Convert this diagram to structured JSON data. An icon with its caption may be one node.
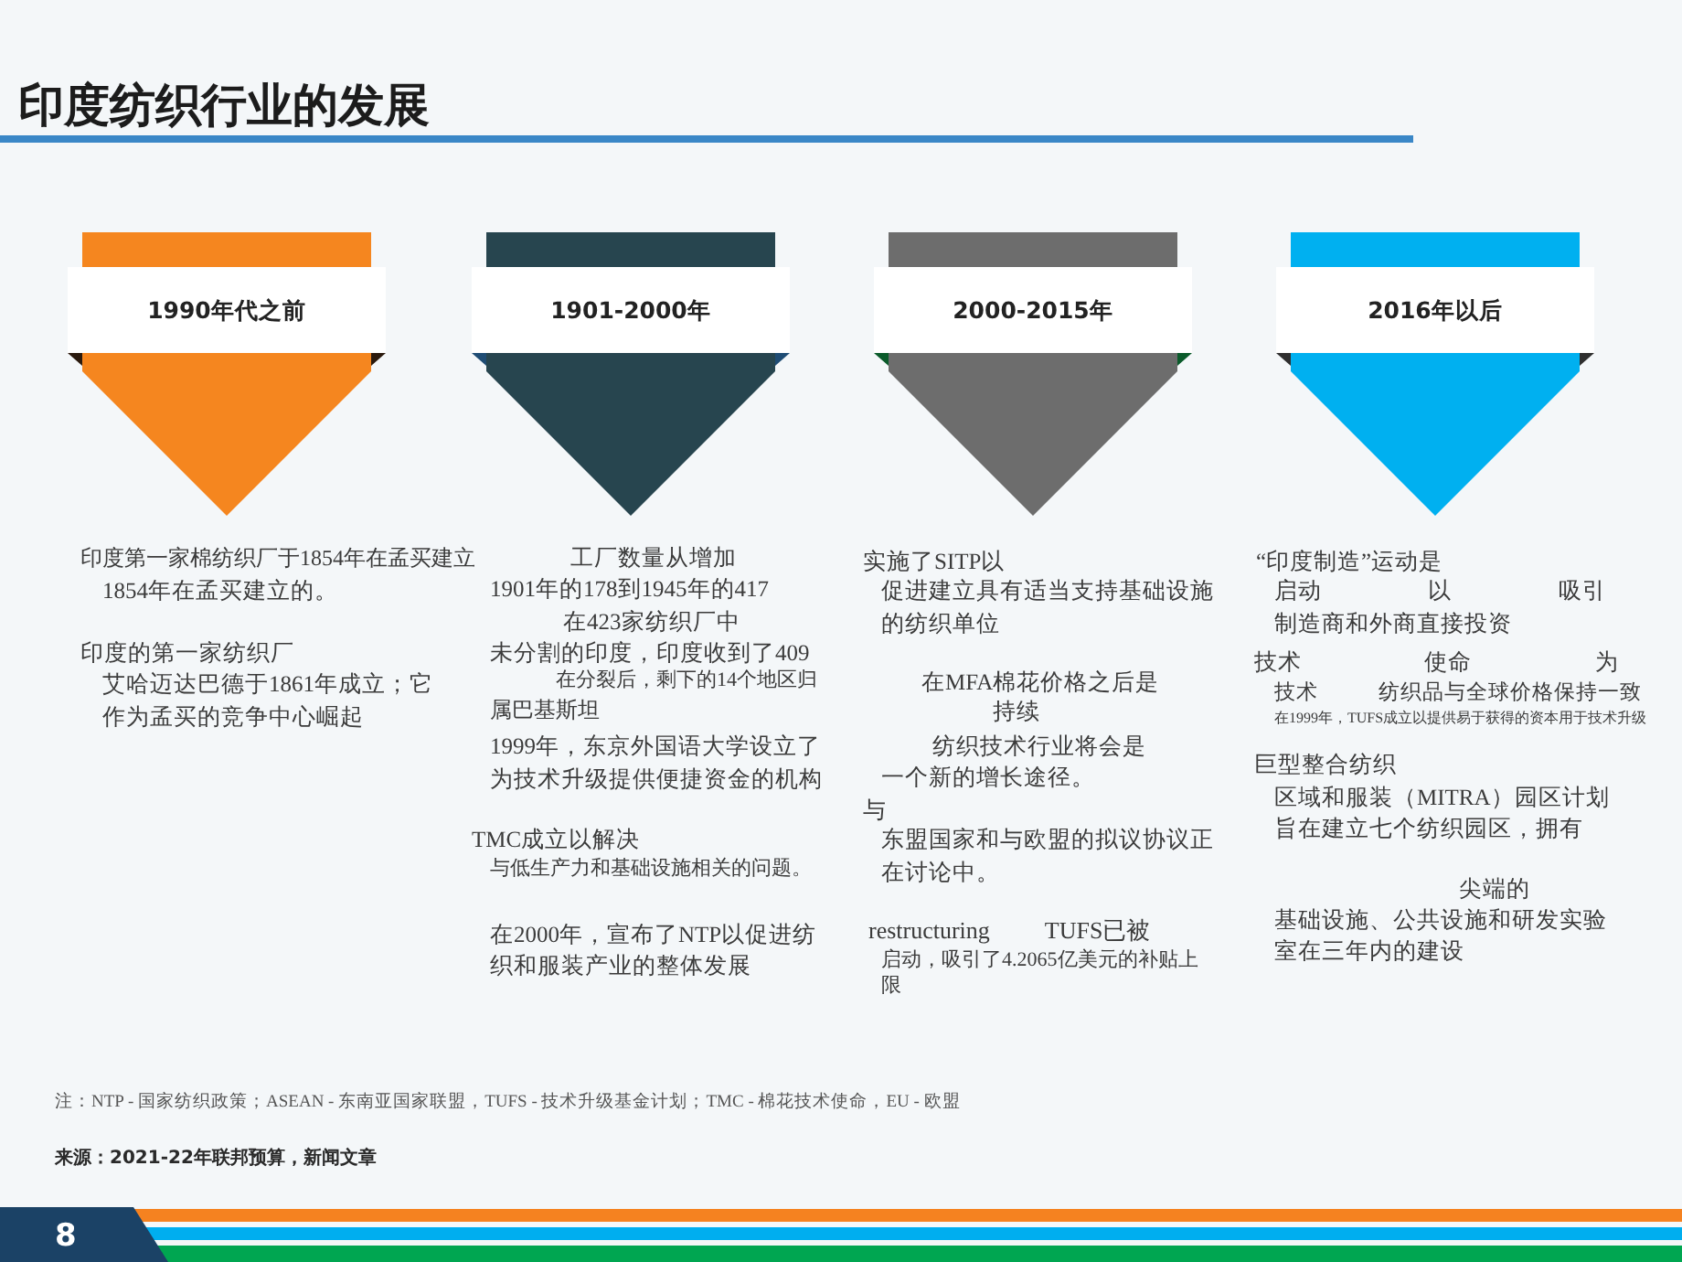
{
  "diagram": {
    "title": "印度纺织行业的发展",
    "nodes": [
      {
        "text": [
          "1990年代之前"
        ],
        "beside": [
          "印度第一家棉纺织厂于1854年在孟买建立1854年在孟买建立的。",
          "印度的第一家纺织厂艾哈迈达巴德于1861年成立；它作为孟买的竞争中心崛起"
        ]
      },
      {
        "text": [
          "1901-2000年"
        ],
        "beside": [
          "工厂数量从增加1901年的178到1945年的417在423家纺织厂中未分割的印度，印度收到了409在分裂后，剩下的14个地区归属巴基斯坦",
          "1999年，东京外国语大学设立了为技术升级提供便捷资金的机构",
          "TMC成立以解决与低生产力和基础设施相关的问题。",
          "在2000年，宣布了NTP以促进纺织和服装产业的整体发展"
        ]
      },
      {
        "text": [
          "2000-2015年"
        ],
        "beside": [
          "实施了SITP以促进建立具有适当支持基础设施的纺织单位",
          "在MFA棉花价格之后是持续纺织技术行业将会是一个新的增长途径。",
          "与东盟国家和与欧盟的拟议协议正在讨论中。",
          "restructuring TUFS已被启动，吸引了4.2065亿美元的补贴上限"
        ]
      },
      {
        "text": [
          "2016年以后"
        ],
        "beside": [
          "“印度制造”运动是启动 以 吸引制造商和外商直接投资",
          "技术 使命 为技术 纺织品与全球价格保持一致",
          "在1999年，TUFS成立以提供易于获得的资本用于技术升级",
          "巨型整合纺织区域和服装（MITRA）园区计划旨在建立七个纺织园区，拥有尖端的基础设施、公共设施和研发实验室在三年内的建设"
        ]
      }
    ],
    "labels": [
      "注：NTP - 国家纺织政策；ASEAN - 东南亚国家联盟，TUFS - 技术升级基金计划；TMC - 棉花技术使命，EU - 欧盟",
      "来源：2021-22年联邦预算，新闻文章",
      "8"
    ]
  }
}
